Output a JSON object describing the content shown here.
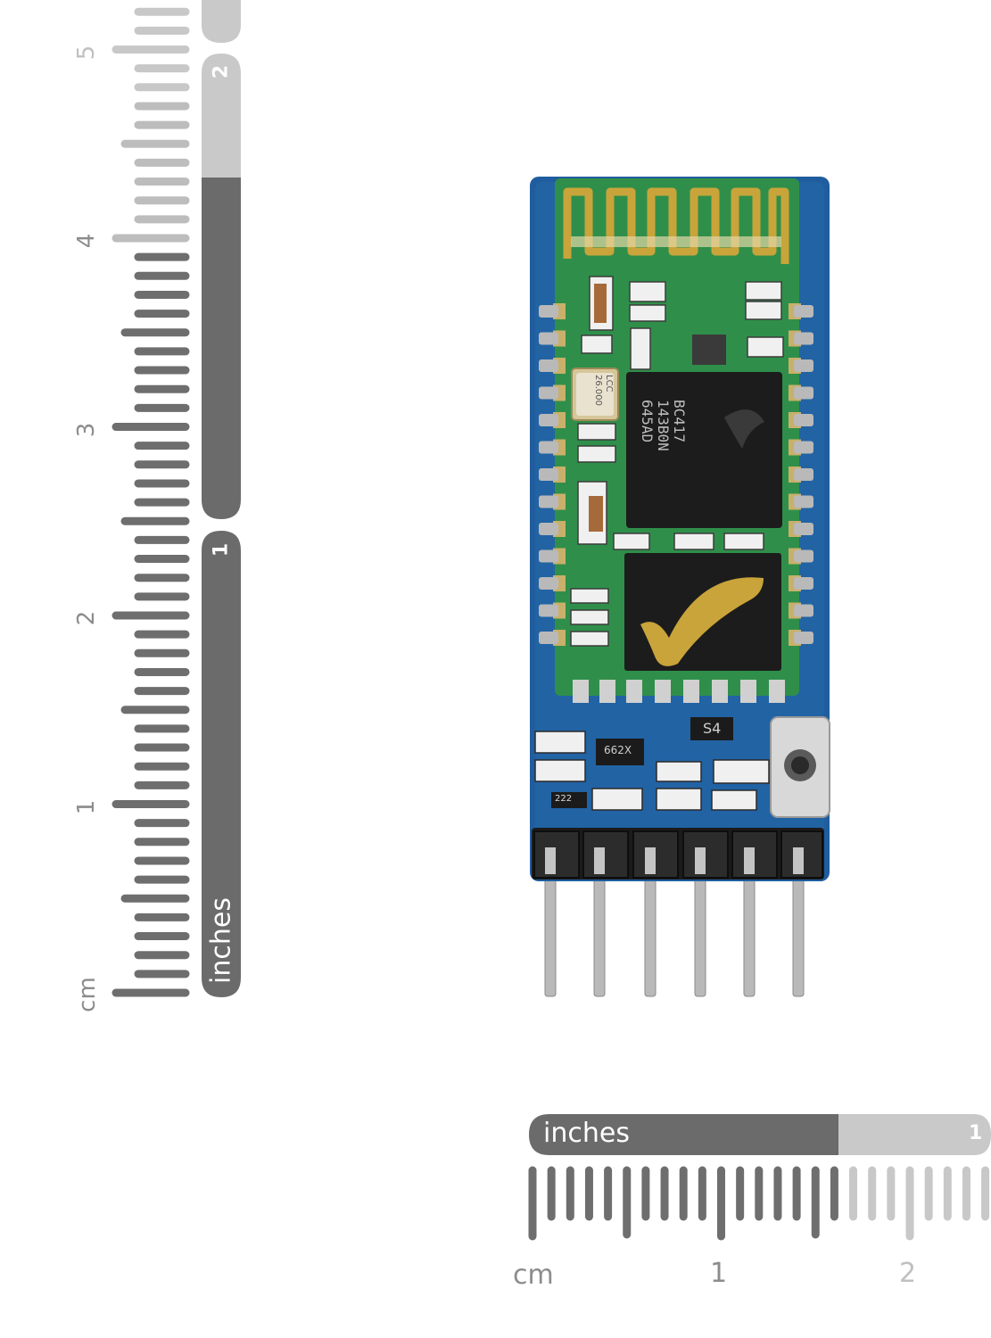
{
  "vertical_ruler": {
    "unit_cm": "cm",
    "unit_inches": "inches",
    "cm_labels": [
      "1",
      "2",
      "3",
      "4",
      "5"
    ],
    "inch_labels": [
      "1",
      "2"
    ]
  },
  "horizontal_ruler": {
    "unit_cm": "cm",
    "unit_inches": "inches",
    "cm_labels": [
      "1",
      "2"
    ],
    "inch_labels": [
      "1"
    ]
  },
  "module": {
    "crystal_text_1": "LCC",
    "crystal_text_2": "26.000",
    "chip_text_1": "BC417",
    "chip_text_2": "143B0N",
    "chip_text_3": "645AD",
    "ic_text": "S4",
    "regulator_text": "662X",
    "resistor_text": "222"
  },
  "colors": {
    "pcb_blue": "#1f5d9e",
    "module_green": "#2f8f4a",
    "gold": "#c9a43a",
    "chip_black": "#1c1c1c",
    "ruler_dark": "#666666",
    "ruler_light": "#c8c8c8"
  }
}
